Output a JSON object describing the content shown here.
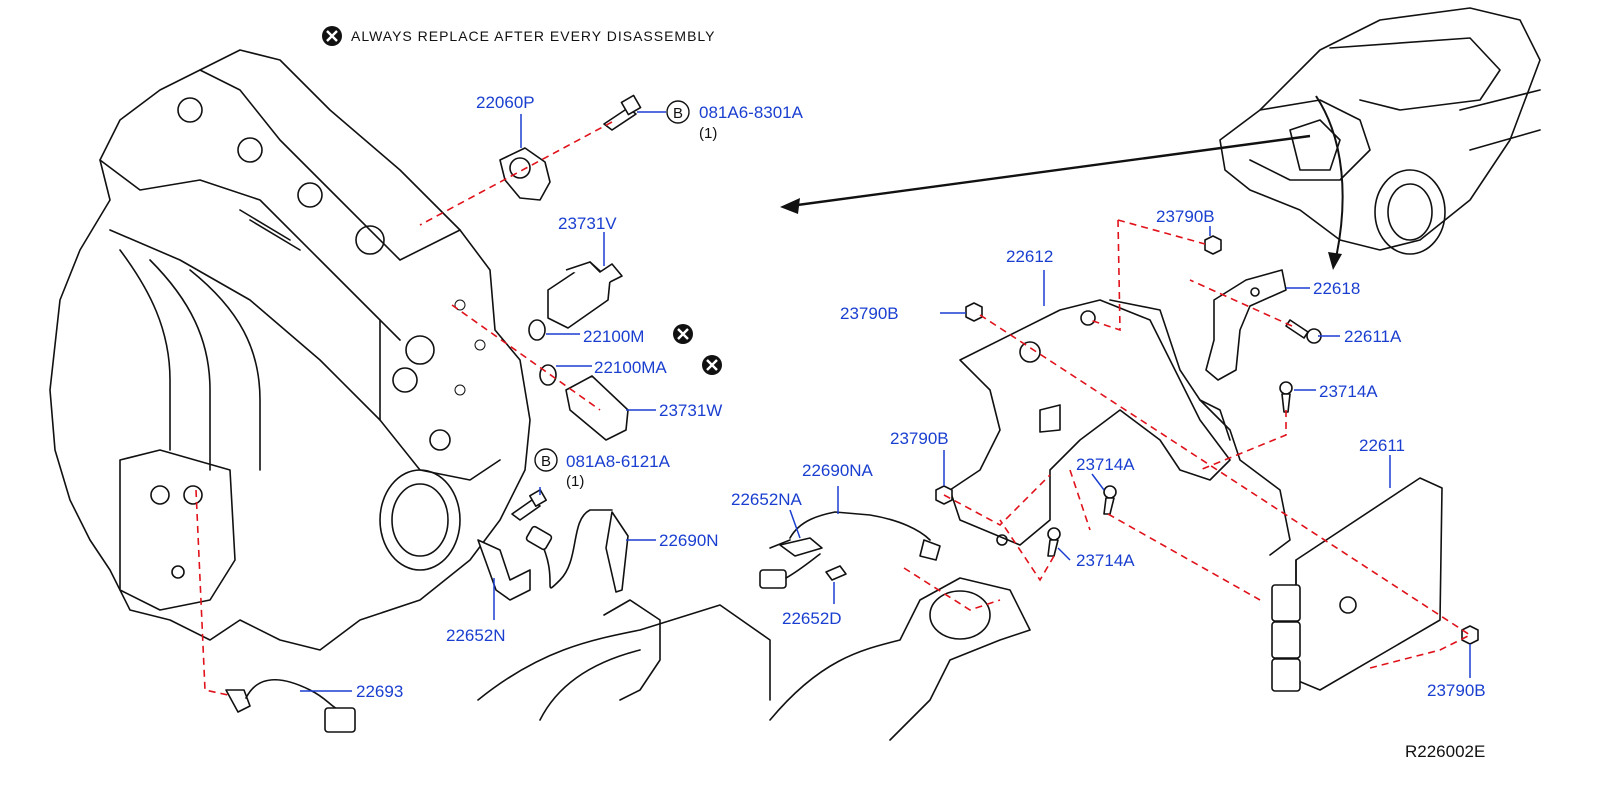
{
  "legend": {
    "icon": "x-circle-icon",
    "text": "ALWAYS   REPLACE   AFTER   EVERY   DISASSEMBLY"
  },
  "callouts": [
    {
      "id": "22060P",
      "label": "22060P"
    },
    {
      "id": "081A6-8301A",
      "label": "081A6-8301A",
      "marker": "B",
      "qty": "(1)"
    },
    {
      "id": "23731V",
      "label": "23731V"
    },
    {
      "id": "22100M",
      "label": "22100M",
      "replace_icon": "x-circle-icon"
    },
    {
      "id": "22100MA",
      "label": "22100MA",
      "replace_icon": "x-circle-icon"
    },
    {
      "id": "23731W",
      "label": "23731W"
    },
    {
      "id": "081A8-6121A",
      "label": "081A8-6121A",
      "marker": "B",
      "qty": "(1)"
    },
    {
      "id": "22690N",
      "label": "22690N"
    },
    {
      "id": "22652N",
      "label": "22652N"
    },
    {
      "id": "22693",
      "label": "22693"
    },
    {
      "id": "22690NA",
      "label": "22690NA"
    },
    {
      "id": "22652NA",
      "label": "22652NA"
    },
    {
      "id": "22652D",
      "label": "22652D"
    },
    {
      "id": "23790B-a",
      "label": "23790B"
    },
    {
      "id": "22612",
      "label": "22612"
    },
    {
      "id": "23790B-b",
      "label": "23790B"
    },
    {
      "id": "22618",
      "label": "22618"
    },
    {
      "id": "22611A",
      "label": "22611A"
    },
    {
      "id": "23714A-a",
      "label": "23714A"
    },
    {
      "id": "23790B-c",
      "label": "23790B"
    },
    {
      "id": "23714A-b",
      "label": "23714A"
    },
    {
      "id": "23714A-c",
      "label": "23714A"
    },
    {
      "id": "22611",
      "label": "22611"
    },
    {
      "id": "23790B-d",
      "label": "23790B"
    }
  ],
  "diagram_ref": "R226002E",
  "colors": {
    "label": "#1a3fd0",
    "dashed_lines": "#e0121b",
    "linework": "#111111"
  }
}
